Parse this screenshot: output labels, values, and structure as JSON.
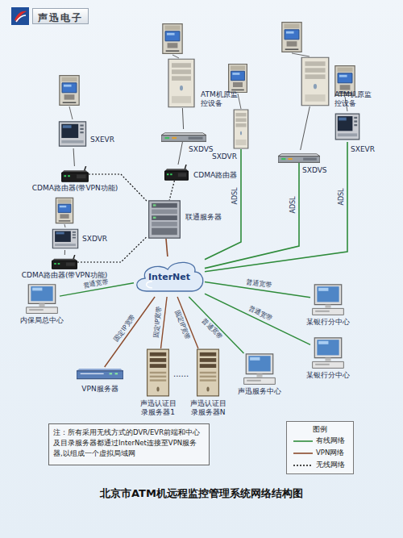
{
  "diagram": {
    "title": "北京市ATM机远程监控管理系统网络结构图",
    "nodes": [
      {
        "text": [
          "SXEVR"
        ]
      },
      {
        "text": [
          "ATM机原监控设备"
        ]
      },
      {
        "text": [
          "SXDVR"
        ]
      },
      {
        "text": [
          "ATM机原监控设备"
        ]
      },
      {
        "text": [
          "SXEVR"
        ]
      },
      {
        "text": [
          "CDMA路由器(带VPN功能)"
        ]
      },
      {
        "text": [
          "SXDVS"
        ]
      },
      {
        "text": [
          "SXDVS"
        ]
      },
      {
        "text": [
          "CDMA路由器"
        ]
      },
      {
        "text": [
          "SXDVR"
        ]
      },
      {
        "text": [
          "联通服务器"
        ]
      },
      {
        "text": [
          "CDMA路由器(带VPN功能)"
        ]
      },
      {
        "text": [
          "InterNet"
        ]
      },
      {
        "text": [
          "内保局总中心"
        ]
      },
      {
        "text": [
          "某银行分中心"
        ]
      },
      {
        "text": [
          "某银行分中心"
        ]
      },
      {
        "text": [
          "VPN服务器"
        ]
      },
      {
        "text": [
          "声迅认证目录服务器1"
        ]
      },
      {
        "text": [
          "声迅认证目录服务器N"
        ]
      },
      {
        "text": [
          "声迅服务中心"
        ]
      },
      {
        "text": [
          "注：所有采用无线方式的DVR/EVR前端和中心及目录服务器都通过InterNet连接至VPN服务器,以组成一个虚拟局域网"
        ]
      }
    ],
    "edges": [
      {
        "from": 0,
        "to": 5,
        "arrow": "none"
      },
      {
        "from": 1,
        "to": 6,
        "arrow": "none"
      },
      {
        "from": 6,
        "to": 8,
        "arrow": "none"
      },
      {
        "from": 3,
        "to": 7,
        "arrow": "none"
      },
      {
        "from": 9,
        "to": 11,
        "arrow": "none"
      },
      {
        "from": 5,
        "to": 10,
        "arrow": "none"
      },
      {
        "from": 8,
        "to": 10,
        "arrow": "none"
      },
      {
        "from": 11,
        "to": 10,
        "arrow": "none"
      },
      {
        "from": 10,
        "to": 12,
        "arrow": "none"
      },
      {
        "from": 2,
        "to": 12,
        "label": "ADSL",
        "arrow": "none"
      },
      {
        "from": 7,
        "to": 12,
        "label": "ADSL",
        "arrow": "none"
      },
      {
        "from": 4,
        "to": 12,
        "label": "ADSL",
        "arrow": "none"
      },
      {
        "from": 13,
        "to": 12,
        "label": "普通宽带",
        "arrow": "none"
      },
      {
        "from": 14,
        "to": 12,
        "label": "普通宽带",
        "arrow": "none"
      },
      {
        "from": 15,
        "to": 12,
        "label": "普通宽带",
        "arrow": "none"
      },
      {
        "from": 16,
        "to": 12,
        "label": "固定IP宽带",
        "arrow": "none"
      },
      {
        "from": 17,
        "to": 12,
        "label": "固定IP宽带",
        "arrow": "none"
      },
      {
        "from": 18,
        "to": 12,
        "label": "固定IP宽带",
        "arrow": "none"
      },
      {
        "from": 19,
        "to": 12,
        "label": "普通宽带",
        "arrow": "none"
      }
    ],
    "labels": [
      "声迅电子",
      "......",
      "图例"
    ],
    "legend": [
      {
        "text": "有线网络"
      },
      {
        "text": "VPN网络"
      },
      {
        "text": "无线网络"
      }
    ]
  }
}
